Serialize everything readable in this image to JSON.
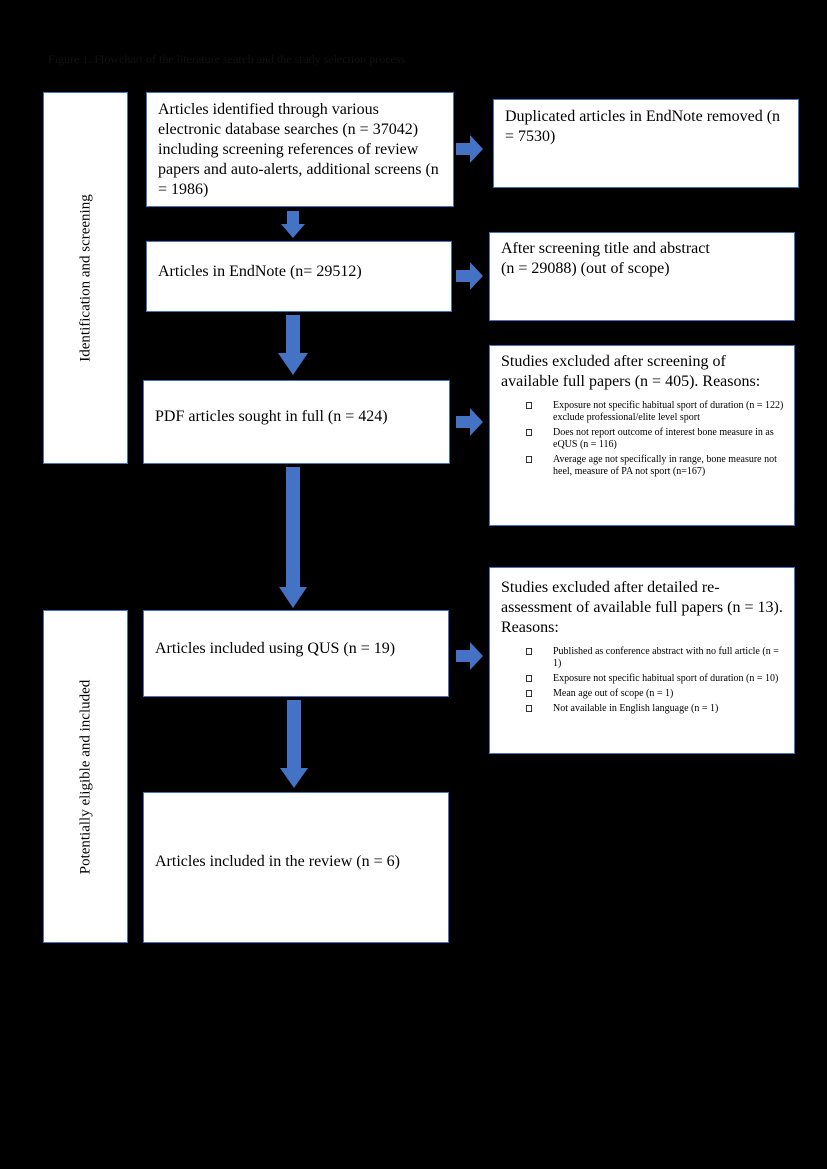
{
  "caption": "Figure 1. Flowchart of the literature search and the study selection process",
  "side_labels": {
    "identification": "Identification and screening",
    "eligible": "Potentially eligible and included"
  },
  "main_boxes": {
    "identified": "Articles identified through various electronic database searches (n = 37042) including screening references of review papers and auto-alerts, additional screens (n = 1986)",
    "endnote": "Articles in EndNote (n= 29512)",
    "pdf": "PDF articles sought in full (n = 424)",
    "qus": "Articles included using QUS (n = 19)",
    "review": "Articles included in the review (n = 6)"
  },
  "exclusion_boxes": {
    "duplicates": "Duplicated articles in EndNote removed (n = 7530)",
    "title_abstract_line1": "After screening title and abstract",
    "title_abstract_line2": "(n = 29088) (out of scope)",
    "full_papers": {
      "heading": "Studies excluded after screening of available full papers (n = 405). Reasons:",
      "reasons": [
        "Exposure not specific habitual sport of duration (n = 122) exclude professional/elite level sport",
        "Does not report outcome of interest bone measure in as eQUS (n = 116)",
        "Average age not specifically in range, bone measure not heel, measure of PA not sport (n=167)"
      ]
    },
    "reassessment": {
      "heading": "Studies excluded after detailed re-assessment of available full papers (n = 13). Reasons:",
      "reasons": [
        "Published as conference abstract with no full article (n = 1)",
        "Exposure not specific habitual sport of duration (n = 10)",
        "Mean age out of scope (n = 1)",
        "Not available in English language (n = 1)"
      ]
    }
  },
  "colors": {
    "background": "#000000",
    "box": "#ffffff",
    "arrow": "#4472c4"
  }
}
